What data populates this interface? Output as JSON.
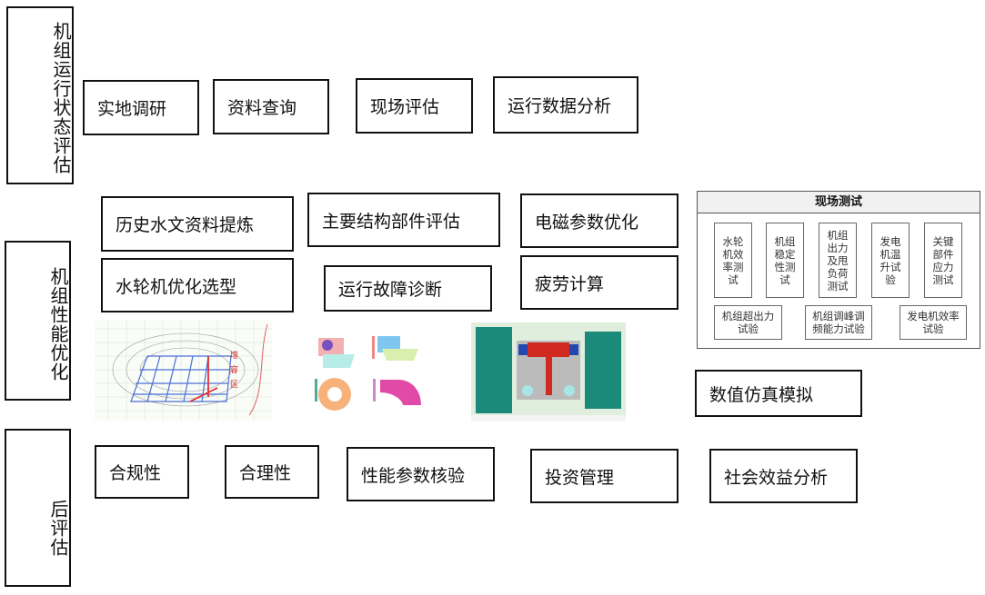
{
  "categories": [
    {
      "label": "机组运行状态评估"
    },
    {
      "label": "机组性能优化"
    },
    {
      "label": "后评估"
    }
  ],
  "state_eval": [
    "实地调研",
    "资料查询",
    "现场评估",
    "运行数据分析"
  ],
  "perf_opt": {
    "row1": [
      "历史水文资料提炼",
      "主要结构部件评估",
      "电磁参数优化"
    ],
    "row2": [
      "水轮机优化选型",
      "运行故障诊断",
      "疲劳计算"
    ],
    "numerical": "数值仿真模拟"
  },
  "field_test": {
    "title": "现场测试",
    "top": [
      "水轮机效率测试",
      "机组稳定性测试",
      "机组出力及甩负荷测试",
      "发电机温升试验",
      "关键部件应力测试"
    ],
    "bottom": [
      "机组超出力试验",
      "机组调峰调频能力试验",
      "发电机效率试验"
    ]
  },
  "post_eval": [
    "合规性",
    "合理性",
    "性能参数核验",
    "投资管理",
    "社会效益分析"
  ],
  "images": {
    "chart_label": "增容区"
  }
}
